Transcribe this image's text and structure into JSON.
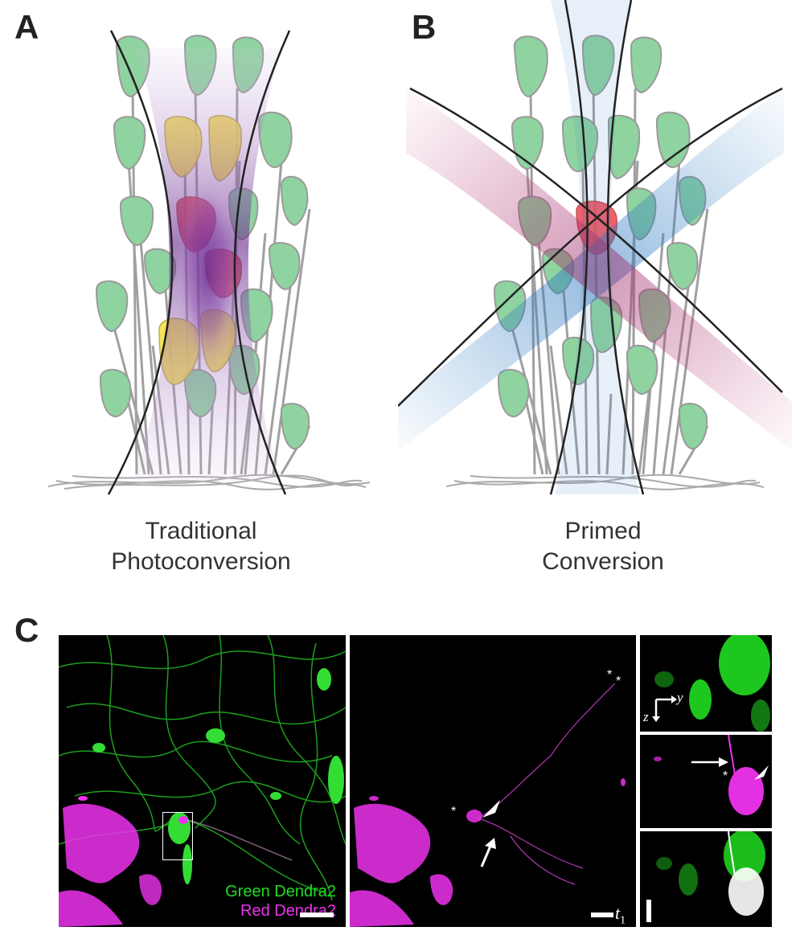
{
  "panels": {
    "a": {
      "letter": "A",
      "caption_line1": "Traditional",
      "caption_line2": "Photoconversion"
    },
    "b": {
      "letter": "B",
      "caption_line1": "Primed",
      "caption_line2": "Conversion"
    },
    "c": {
      "letter": "C",
      "legend_green": "Green Dendra2",
      "legend_red": "Red Dendra2",
      "time_label": "t",
      "time_subscript": "1",
      "axis_y": "y",
      "axis_z": "z",
      "star": "*"
    }
  },
  "colors": {
    "cell_green": "#8fd3a0",
    "cell_outline": "#9a9a9a",
    "purple_beam": "#6a2a8e",
    "red_cell": "#f0505a",
    "yellow_cell": "#f5e24a",
    "blue_beam": "#3a86c8",
    "magenta_beam": "#a0306a",
    "micro_green": "#22dd22",
    "micro_magenta": "#ee33ee"
  },
  "icons": [
    "arrow-icon",
    "arrowhead-icon"
  ]
}
